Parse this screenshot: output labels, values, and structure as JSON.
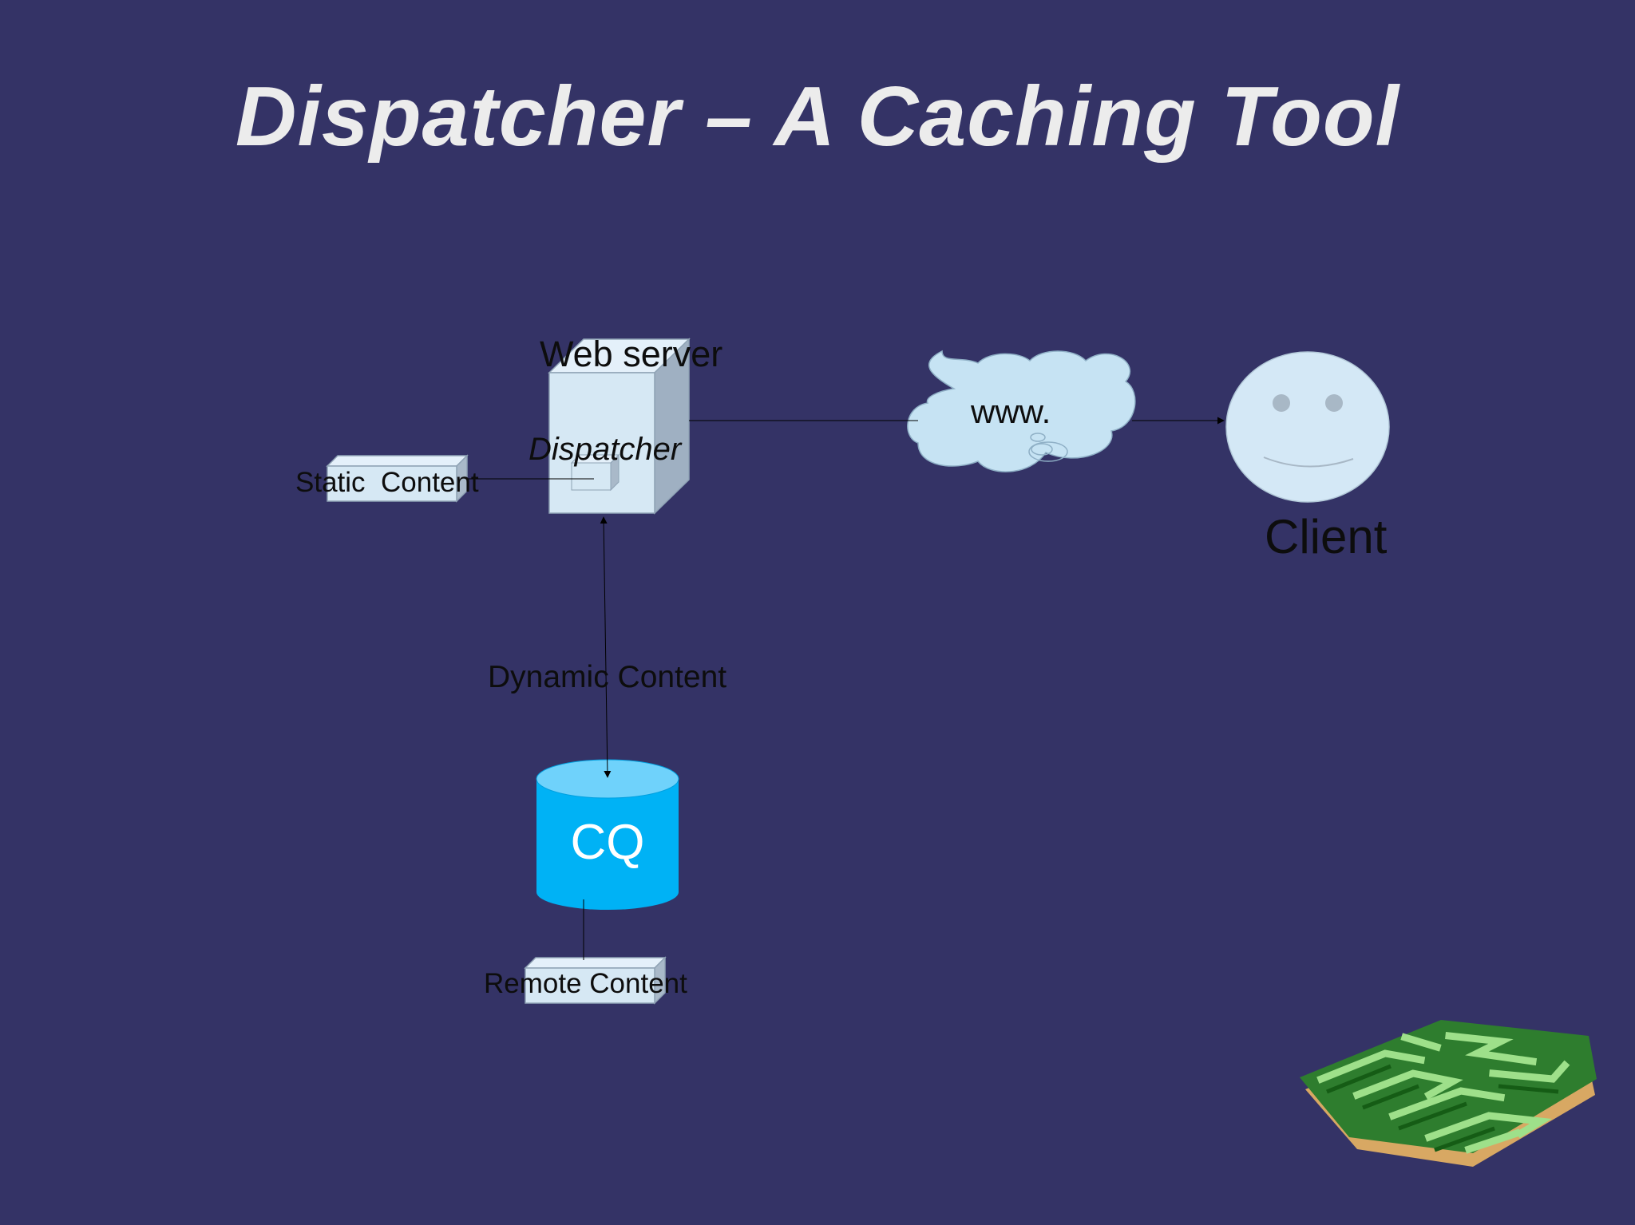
{
  "slide": {
    "title": "Dispatcher – A Caching Tool"
  },
  "diagram": {
    "web_server_label": "Web server",
    "dispatcher_label": "Dispatcher",
    "static_content_label": "Static  Content",
    "internet_label": "www.",
    "client_label": "Client",
    "dynamic_content_label": "Dynamic Content",
    "cq_label": "CQ",
    "remote_content_label": "Remote Content"
  },
  "colors": {
    "background": "#343366",
    "title_text": "#ececec",
    "box_fill": "#d6e8f4",
    "database_fill": "#00b2f5",
    "maze_green": "#2e8b2e"
  },
  "icons": {
    "decoration": "maze-icon",
    "client": "smiley-face-icon",
    "internet": "cloud-icon",
    "database": "database-cylinder-icon",
    "server": "server-box-icon"
  }
}
